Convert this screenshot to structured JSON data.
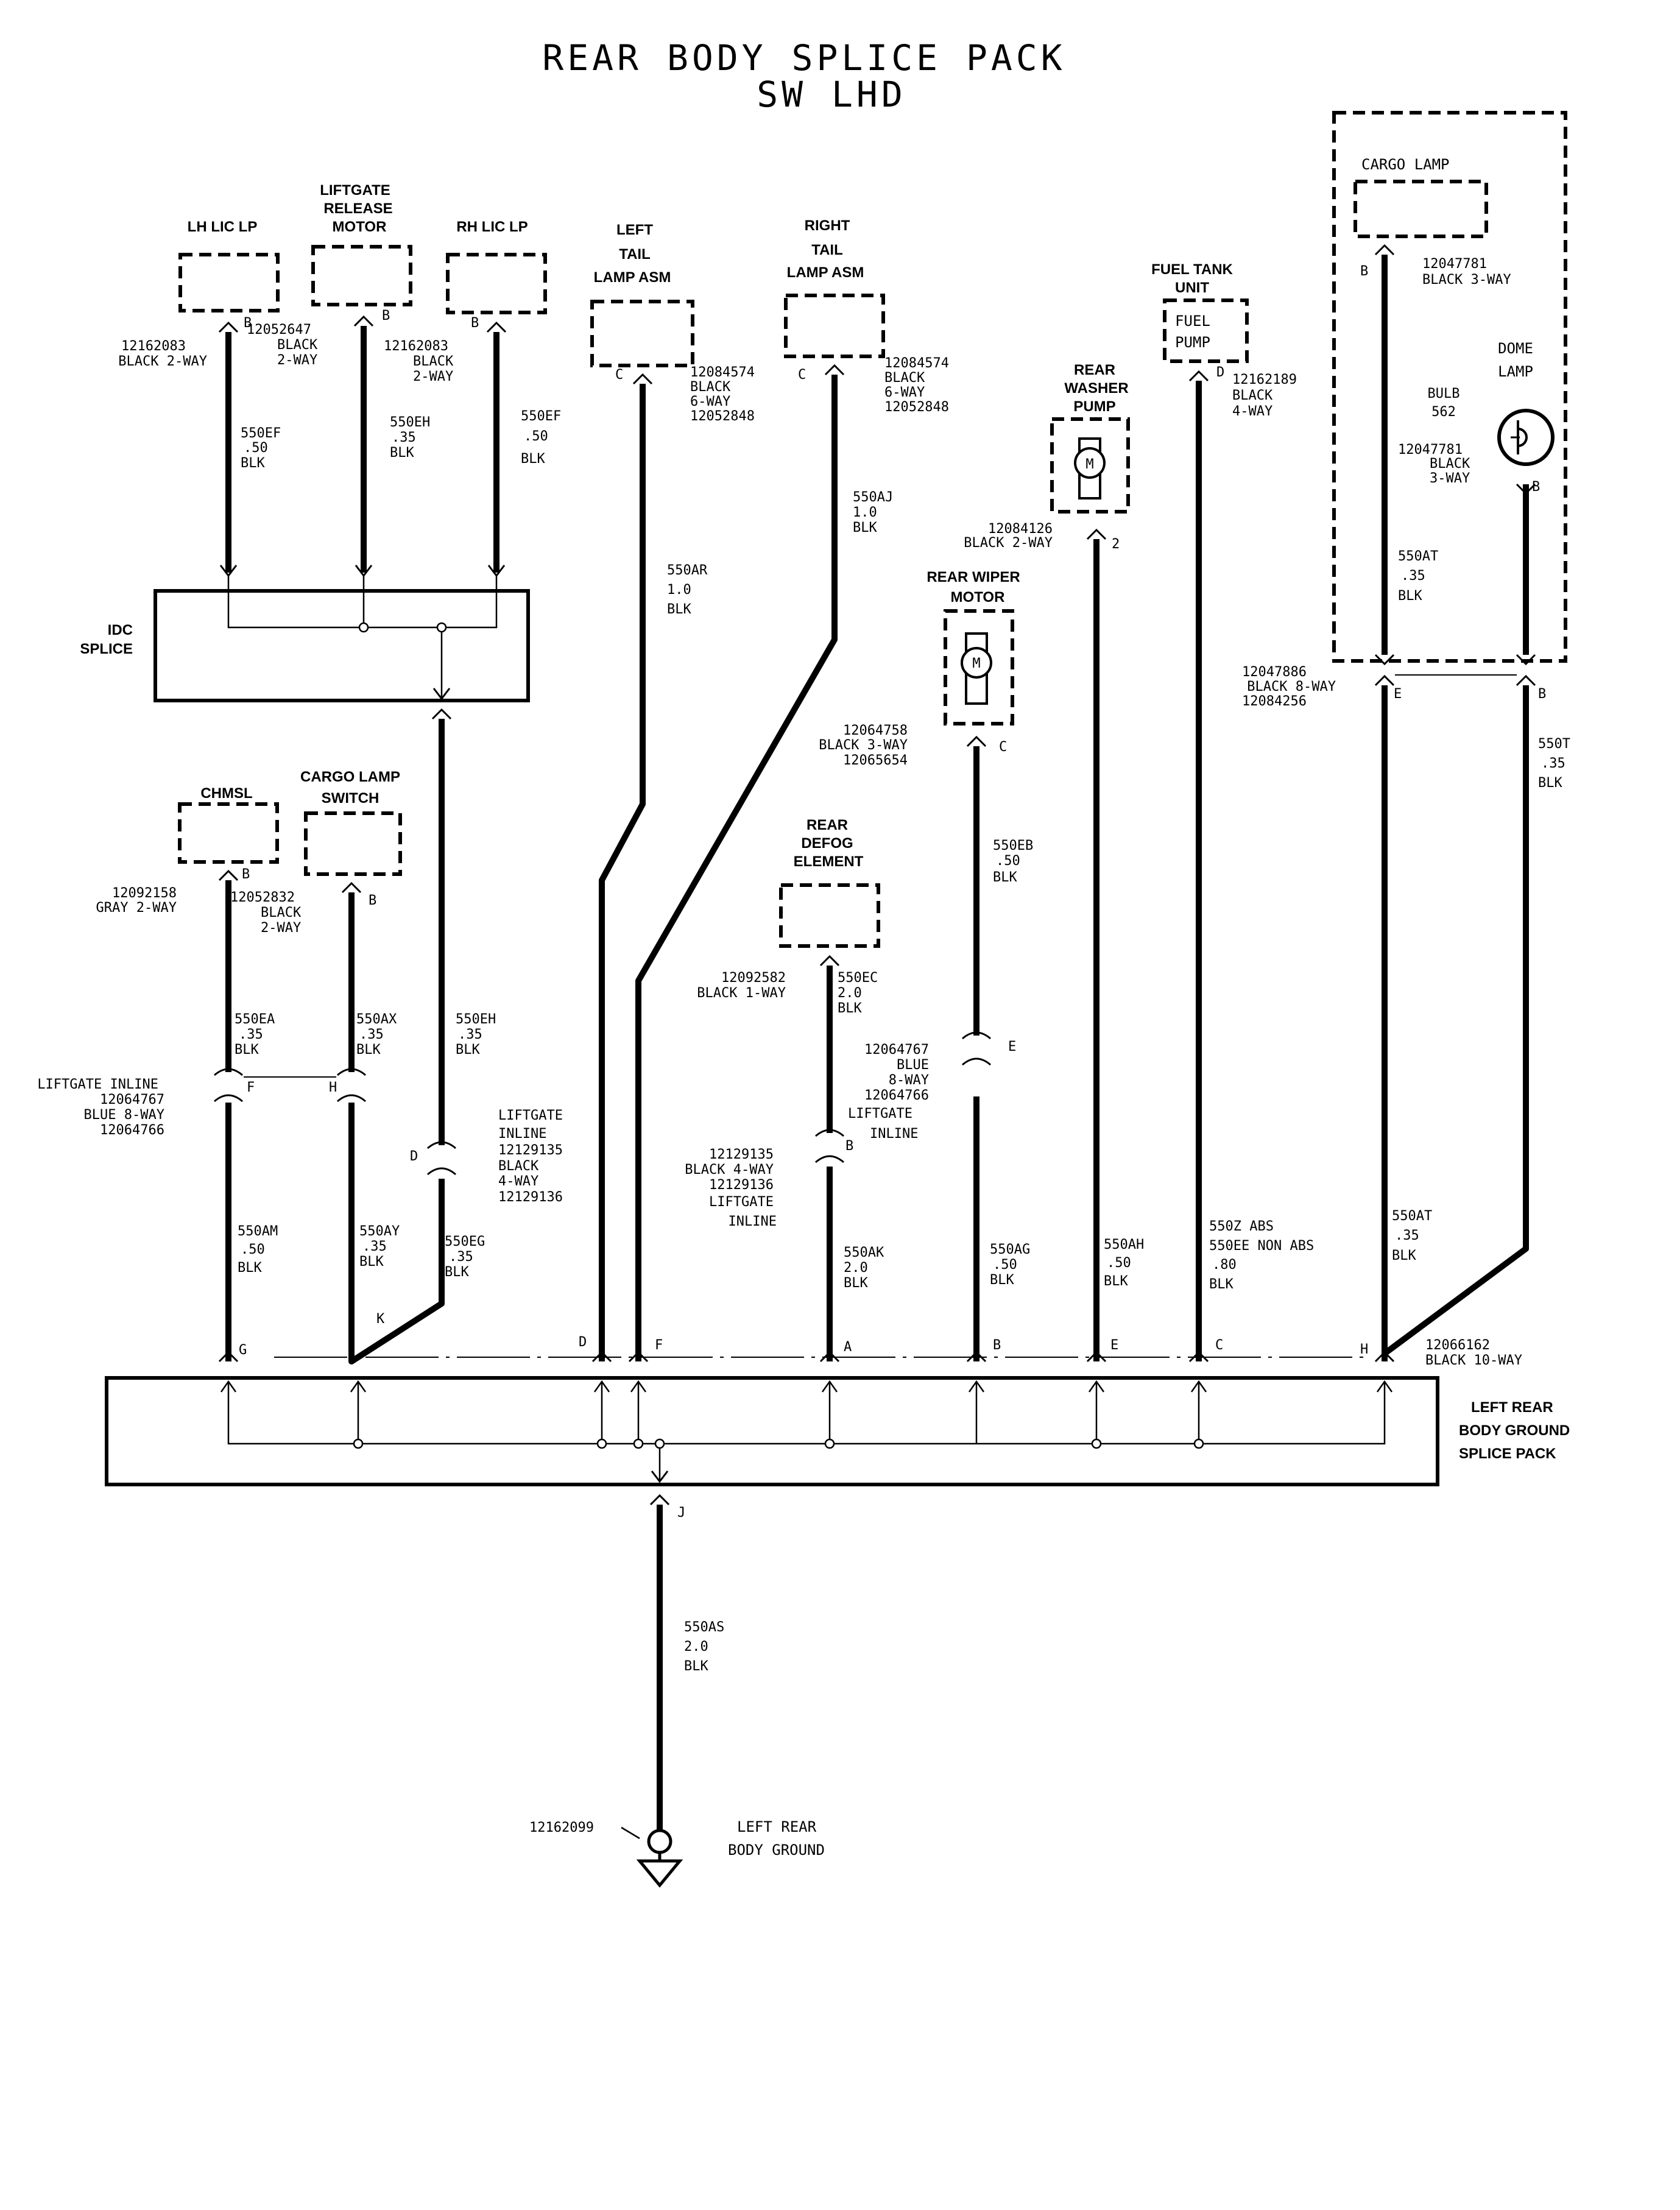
{
  "title": "REAR BODY SPLICE PACK",
  "subtitle": "SW LHD",
  "components": {
    "lh_lic_lp": "LH LIC LP",
    "liftgate_release": [
      "LIFTGATE",
      "RELEASE",
      "MOTOR"
    ],
    "rh_lic_lp": "RH LIC LP",
    "left_tail": [
      "LEFT",
      "TAIL",
      "LAMP ASM"
    ],
    "right_tail": [
      "RIGHT",
      "TAIL",
      "LAMP ASM"
    ],
    "rear_washer": [
      "REAR",
      "WASHER",
      "PUMP"
    ],
    "fuel_tank": [
      "FUEL TANK",
      "UNIT"
    ],
    "fuel_pump": [
      "FUEL",
      "PUMP"
    ],
    "cargo_lamp": "CARGO LAMP",
    "dome_lamp": [
      "DOME",
      "LAMP"
    ],
    "bulb": [
      "BULB",
      "562"
    ],
    "rear_wiper": "REAR WIPER",
    "rear_wiper_motor": "MOTOR",
    "idc_splice": [
      "IDC",
      "SPLICE"
    ],
    "chmsl": "CHMSL",
    "cargo_lamp_switch": [
      "CARGO LAMP",
      "SWITCH"
    ],
    "rear_defog": [
      "REAR",
      "DEFOG",
      "ELEMENT"
    ],
    "left_rear_splice": [
      "LEFT REAR",
      "BODY GROUND",
      "SPLICE PACK"
    ],
    "ground": [
      "LEFT REAR",
      "BODY GROUND"
    ],
    "motor_symbol": "M"
  },
  "connectors": {
    "lh_lic": [
      "12162083",
      "BLACK 2-WAY"
    ],
    "lift_rel": [
      "12052647",
      "BLACK",
      "2-WAY"
    ],
    "rh_lic": [
      "12162083",
      "BLACK",
      "2-WAY"
    ],
    "left_tail": [
      "12084574",
      "BLACK",
      "6-WAY",
      "12052848"
    ],
    "right_tail": [
      "12084574",
      "BLACK",
      "6-WAY",
      "12052848"
    ],
    "fuel": [
      "12162189",
      "BLACK",
      "4-WAY"
    ],
    "cargo": [
      "12047781",
      "BLACK 3-WAY"
    ],
    "dome": [
      "12047781",
      "BLACK",
      "3-WAY"
    ],
    "washer": [
      "12084126",
      "BLACK 2-WAY"
    ],
    "wiper": [
      "12064758",
      "BLACK 3-WAY",
      "12065654"
    ],
    "right_inline": [
      "12047886",
      "BLACK 8-WAY",
      "12084256"
    ],
    "chmsl": [
      "12092158",
      "GRAY 2-WAY"
    ],
    "cargo_sw": [
      "12052832",
      "BLACK",
      "2-WAY"
    ],
    "defog": [
      "12092582",
      "BLACK 1-WAY"
    ],
    "liftgate_left": [
      "LIFTGATE INLINE",
      "12064767",
      "BLUE 8-WAY",
      "12064766"
    ],
    "liftgate_mid": [
      "LIFTGATE",
      "INLINE",
      "12129135",
      "BLACK",
      "4-WAY",
      "12129136"
    ],
    "liftgate_defog": [
      "12129135",
      "BLACK 4-WAY",
      "12129136",
      "LIFTGATE",
      "INLINE"
    ],
    "liftgate_wiper": [
      "12064767",
      "BLUE",
      "8-WAY",
      "12064766",
      "LIFTGATE",
      "INLINE"
    ],
    "splice_pack": [
      "12066162",
      "BLACK 10-WAY"
    ],
    "ground": "12162099"
  },
  "wires": {
    "w550EF_l": [
      "550EF",
      ".50",
      "BLK"
    ],
    "w550EH_t": [
      "550EH",
      ".35",
      "BLK"
    ],
    "w550EF_r": [
      "550EF",
      ".50",
      "BLK"
    ],
    "w550AR": [
      "550AR",
      "1.0",
      "BLK"
    ],
    "w550AJ": [
      "550AJ",
      "1.0",
      "BLK"
    ],
    "w550AT_t": [
      "550AT",
      ".35",
      "BLK"
    ],
    "w550T": [
      "550T",
      ".35",
      "BLK"
    ],
    "w550EB": [
      "550EB",
      ".50",
      "BLK"
    ],
    "w550EA": [
      "550EA",
      ".35",
      "BLK"
    ],
    "w550AX": [
      "550AX",
      ".35",
      "BLK"
    ],
    "w550EH_b": [
      "550EH",
      ".35",
      "BLK"
    ],
    "w550EC": [
      "550EC",
      "2.0",
      "BLK"
    ],
    "w550AM": [
      "550AM",
      ".50",
      "BLK"
    ],
    "w550AY": [
      "550AY",
      ".35",
      "BLK"
    ],
    "w550EG": [
      "550EG",
      ".35",
      "BLK"
    ],
    "w550AK": [
      "550AK",
      "2.0",
      "BLK"
    ],
    "w550AG": [
      "550AG",
      ".50",
      "BLK"
    ],
    "w550AH": [
      "550AH",
      ".50",
      "BLK"
    ],
    "w550Z": [
      "550Z ABS",
      "550EE NON ABS",
      ".80",
      "BLK"
    ],
    "w550AT_b": [
      "550AT",
      ".35",
      "BLK"
    ],
    "w550AS": [
      "550AS",
      "2.0",
      "BLK"
    ]
  },
  "pins": {
    "lh": "B",
    "lr": "B",
    "rh": "B",
    "lt": "C",
    "rt": "C",
    "fuel": "D",
    "cargo": "B",
    "dome": "B",
    "washer": "2",
    "wiper": "C",
    "ri_e": "E",
    "ri_b": "B",
    "chmsl": "B",
    "csw": "B",
    "li_f": "F",
    "li_h": "H",
    "lm_d": "D",
    "ld_b": "B",
    "lw_e": "E",
    "sp_g": "G",
    "sp_k": "K",
    "sp_d": "D",
    "sp_f": "F",
    "sp_a": "A",
    "sp_b": "B",
    "sp_e": "E",
    "sp_c": "C",
    "sp_h": "H",
    "sp_j": "J"
  }
}
